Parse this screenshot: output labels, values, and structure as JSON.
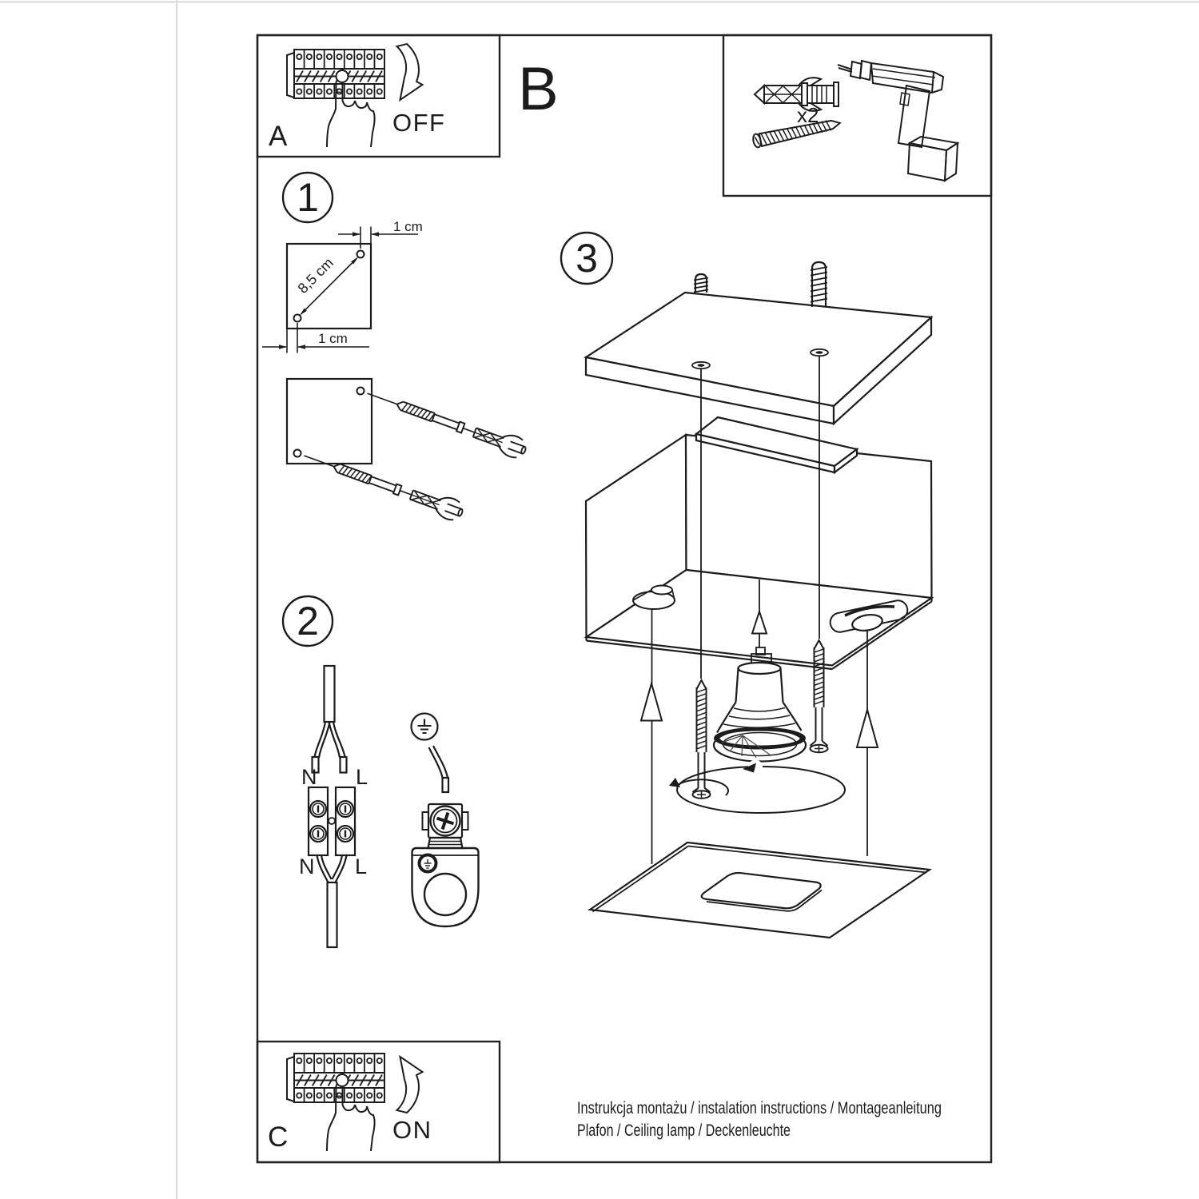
{
  "page": {
    "bg": "#ffffff",
    "ink": "#1c1c1c",
    "frame_gray": "#d9d9d9"
  },
  "panel_a": {
    "label": "A",
    "action": "OFF"
  },
  "panel_c": {
    "label": "C",
    "action": "ON"
  },
  "parts_box": {
    "label": "B",
    "quantity": "x2"
  },
  "step1": {
    "number": "1",
    "dim_top": "1 cm",
    "dim_diagonal": "8,5 cm",
    "dim_bottom": "1 cm"
  },
  "step2": {
    "number": "2",
    "labels": {
      "top_left": "N",
      "top_right": "L",
      "bottom_left": "N",
      "bottom_right": "L"
    }
  },
  "step3": {
    "number": "3"
  },
  "footer": {
    "line1": "Instrukcja montażu / instalation instructions / Montageanleitung",
    "line2": "Plafon / Ceiling lamp / Deckenleuchte"
  }
}
